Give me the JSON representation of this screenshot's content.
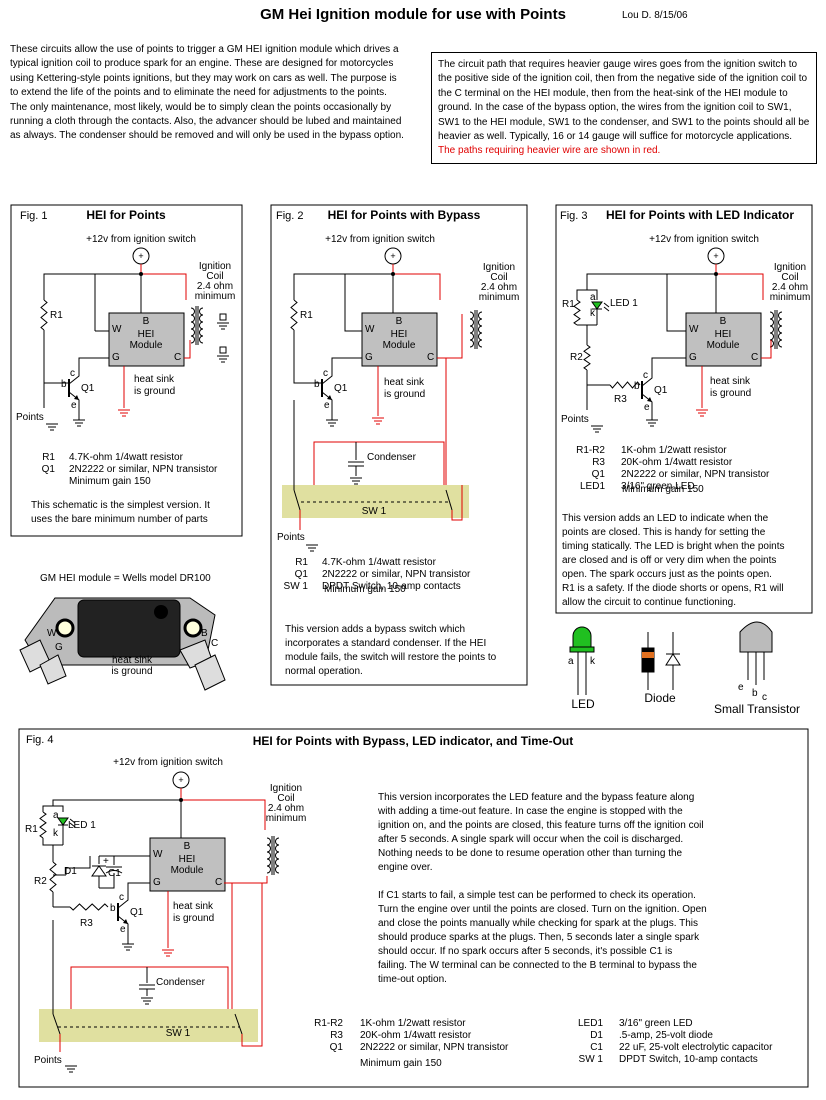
{
  "title": "GM Hei Ignition module for use with Points",
  "author": "Lou D.  8/15/06",
  "intro": "These circuits allow the use of points to trigger a GM HEI ignition module which drives a typical ignition coil to produce spark for an engine.  These are designed for motorcycles using Kettering-style points ignitions, but they may work on cars as well. The purpose is to extend the life of the points and to eliminate the need for adjustments to the points.  The only maintenance, most likely, would be to simply clean the points occasionally by running a cloth through the contacts.  Also, the advancer should be lubed and maintained as always.  The condenser should be removed and will only be used in the bypass option.",
  "note": {
    "text": "The circuit path that requires heavier gauge wires goes from the ignition switch to the positive side of the ignition coil, then from the negative side of the ignition coil to the C terminal on the HEI module, then from the heat-sink of the HEI module to ground.  In the case of the bypass option, the wires from the ignition coil to SW1, SW1 to the HEI module, SW1 to the condenser, and SW1 to the points should all be heavier as well. Typically, 16 or 14 gauge will suffice for motorcycle applications.",
    "red_text": "The paths requiring heavier wire are shown in red."
  },
  "common": {
    "supply": "+12v from ignition switch",
    "plus": "+",
    "coil": [
      "Ignition",
      "Coil",
      "2.4 ohm",
      "minimum"
    ],
    "module": [
      "HEI",
      "Module"
    ],
    "term_b": "B",
    "term_w": "W",
    "term_g": "G",
    "term_c": "C",
    "heatsink": [
      "heat sink",
      "is ground"
    ],
    "points": "Points",
    "r1": "R1",
    "r2": "R2",
    "r3": "R3",
    "q1": "Q1",
    "b": "b",
    "c": "c",
    "e": "e",
    "a": "a",
    "k": "k",
    "led1": "LED 1",
    "condenser": "Condenser",
    "sw1": "SW 1",
    "c1": "C1",
    "d1": "D1"
  },
  "fig1": {
    "label": "Fig. 1",
    "heading": "HEI for Points",
    "parts": [
      {
        "ref": "R1",
        "desc": "4.7K-ohm    1/4watt  resistor"
      },
      {
        "ref": "Q1",
        "desc": "2N2222 or similar, NPN transistor"
      }
    ],
    "gain": "Minimum gain 150",
    "desc": [
      "This schematic is the simplest version. It",
      "uses the bare minimum number of parts"
    ]
  },
  "fig2": {
    "label": "Fig. 2",
    "heading": "HEI for Points with Bypass",
    "parts": [
      {
        "ref": "R1",
        "desc": "4.7K-ohm    1/4watt  resistor"
      },
      {
        "ref": "Q1",
        "desc": "2N2222 or similar, NPN transistor"
      },
      {
        "ref": "SW 1",
        "desc": "DPDT  Switch,  10-amp contacts"
      }
    ],
    "gain": "Minimum gain 150",
    "desc": [
      "This version adds a bypass switch which",
      "incorporates a standard condenser.  If the HEI",
      "module fails, the switch will restore the points to",
      "normal operation."
    ]
  },
  "fig3": {
    "label": "Fig. 3",
    "heading": "HEI for Points with LED Indicator",
    "parts": [
      {
        "ref": "R1-R2",
        "desc": "1K-ohm    1/2watt   resistor"
      },
      {
        "ref": "R3",
        "desc": "20K-ohm  1/4watt   resistor"
      },
      {
        "ref": "Q1",
        "desc": "2N2222 or similar, NPN transistor"
      },
      {
        "ref": "LED1",
        "desc": "3/16\"  green LED"
      }
    ],
    "gain": "Minimum gain 150",
    "desc": [
      "This version adds an LED to indicate when the",
      "points are closed. This is handy for setting the",
      "timing statically.  The LED is bright when the points",
      "are closed and is off or very dim when the points",
      "open. The spark occurs just as the points open.",
      "R1 is a safety. If the diode shorts or opens, R1 will",
      "allow the circuit to continue functioning."
    ]
  },
  "module_pic": {
    "caption": "GM HEI module  =    Wells model DR100",
    "heatsink": [
      "heat sink",
      "is ground"
    ]
  },
  "components": {
    "led": "LED",
    "diode": "Diode",
    "transistor": "Small Transistor"
  },
  "fig4": {
    "label": "Fig. 4",
    "heading": "HEI for Points with Bypass, LED indicator, and Time-Out",
    "desc1": [
      "This version incorporates the LED feature and the bypass feature along",
      "with adding a time-out feature. In case the engine is stopped with the",
      "ignition on, and the points are closed, this feature turns off the ignition coil",
      "after 5 seconds.  A single spark will occur when the coil is discharged.",
      "Nothing needs to be done to resume operation other than turning the",
      "engine over."
    ],
    "desc2": [
      "If C1 starts to fail, a simple test can be performed to check its operation.",
      "Turn the engine over until the points are closed. Turn on the ignition. Open",
      "and close the points manually while checking for spark at the plugs. This",
      "should produce  sparks at the plugs. Then,  5 seconds later a single spark",
      "should occur.  If no spark occurs after 5 seconds, it's possible C1 is",
      "failing.  The W terminal can be connected to the B terminal to bypass the",
      "time-out option."
    ],
    "parts_left": [
      {
        "ref": "R1-R2",
        "desc": "1K-ohm    1/2watt   resistor"
      },
      {
        "ref": "R3",
        "desc": "20K-ohm  1/4watt   resistor"
      },
      {
        "ref": "Q1",
        "desc": "2N2222 or similar, NPN transistor"
      }
    ],
    "gain": "Minimum gain 150",
    "parts_right": [
      {
        "ref": "LED1",
        "desc": "3/16\"  green LED"
      },
      {
        "ref": "D1",
        "desc": ".5-amp, 25-volt diode"
      },
      {
        "ref": "C1",
        "desc": "22 uF, 25-volt electrolytic capacitor"
      },
      {
        "ref": "SW 1",
        "desc": "DPDT  Switch,  10-amp contacts"
      }
    ]
  },
  "colors": {
    "heavy_wire": "#e00000",
    "module_fill": "#c0c0c0",
    "switch_fill": "#e0e0a0",
    "led_green": "#20c020"
  }
}
